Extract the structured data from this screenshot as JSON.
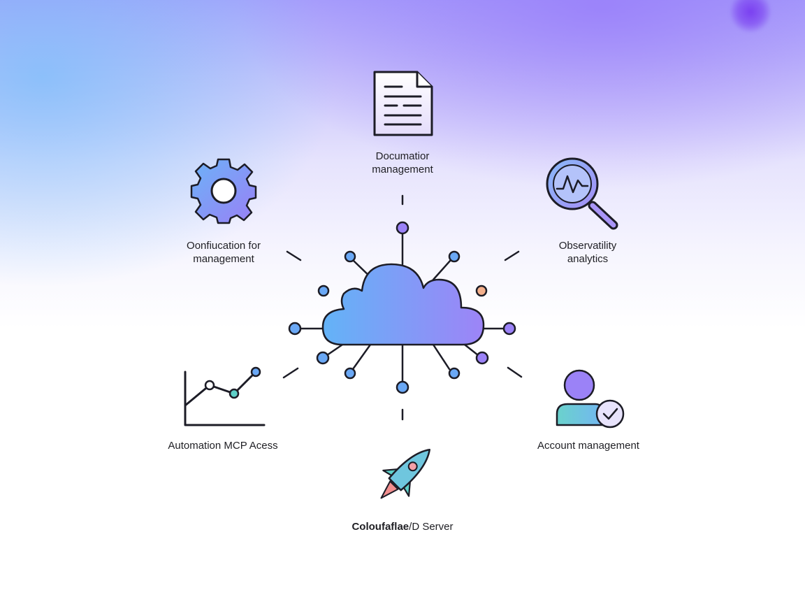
{
  "nodes": {
    "documentation": {
      "line1": "Documatior",
      "line2": "management",
      "icon": "document-icon"
    },
    "configuration": {
      "line1": "Oonfiucation for",
      "line2": "management",
      "icon": "gear-icon"
    },
    "observability": {
      "line1": "Observatility",
      "line2": "analytics",
      "icon": "magnifier-chart-icon"
    },
    "automation": {
      "label": "Automation MCP Acess",
      "icon": "line-chart-icon"
    },
    "account": {
      "label": "Account management",
      "icon": "user-check-icon"
    },
    "server": {
      "label_bold": "Coloufaflae",
      "label_rest": "/D Server",
      "icon": "rocket-icon"
    }
  },
  "hub": {
    "icon": "cloud-network-icon"
  },
  "colors": {
    "stroke": "#1c1c26",
    "blue": "#6aa8f5",
    "purple": "#9b82f7",
    "orange": "#f4b08c",
    "teal": "#5ed0c8"
  }
}
